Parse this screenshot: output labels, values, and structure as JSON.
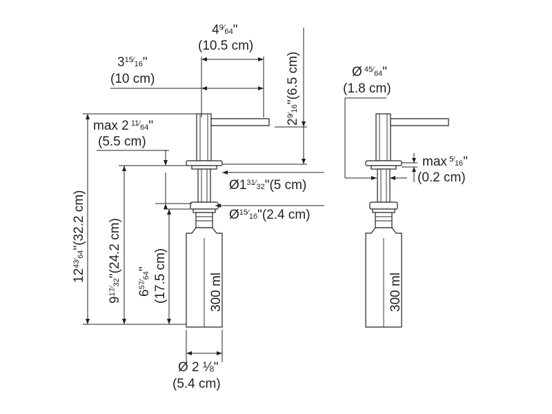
{
  "dimensions": {
    "spout_reach": {
      "imperial_whole": "4",
      "imperial_num": "9",
      "imperial_den": "64",
      "metric": "(10.5 cm)"
    },
    "spout_center": {
      "imperial_whole": "3",
      "imperial_num": "15",
      "imperial_den": "16",
      "metric": "(10 cm)"
    },
    "spout_height": {
      "imperial_whole": "2",
      "imperial_num": "9",
      "imperial_den": "16",
      "metric": "(6.5 cm)"
    },
    "max_thickness_left": {
      "prefix": "max 2",
      "imperial_num": "11",
      "imperial_den": "64",
      "metric": "(5.5 cm)"
    },
    "total_height": {
      "imperial_whole": "12",
      "imperial_num": "43",
      "imperial_den": "64",
      "metric": "(32.2 cm)"
    },
    "below_counter": {
      "imperial_whole": "9",
      "imperial_num": "17",
      "imperial_den": "32",
      "metric": "(24.2 cm)"
    },
    "bottle_height": {
      "imperial_whole": "6",
      "imperial_num": "57",
      "imperial_den": "64",
      "metric": "(17.5 cm)"
    },
    "flange_diameter": {
      "prefix": "Ø1",
      "imperial_num": "31",
      "imperial_den": "32",
      "metric": "(5 cm)"
    },
    "hole_diameter": {
      "prefix": "Ø",
      "imperial_num": "15",
      "imperial_den": "16",
      "metric": "(2.4 cm)"
    },
    "bottle_diameter": {
      "imperial": "Ø 2 ⅛\"",
      "metric": "(5.4 cm)"
    },
    "head_diameter": {
      "prefix": "Ø",
      "imperial_num": "45",
      "imperial_den": "64",
      "metric": "(1.8 cm)"
    },
    "max_thickness_right": {
      "prefix": "max",
      "imperial_num": "5",
      "imperial_den": "16",
      "metric": "(0.2 cm)"
    }
  },
  "bottle_capacity_left": "300 ml",
  "bottle_capacity_right": "300 ml",
  "inch_mark": "\"",
  "fraction_slash": "⁄"
}
